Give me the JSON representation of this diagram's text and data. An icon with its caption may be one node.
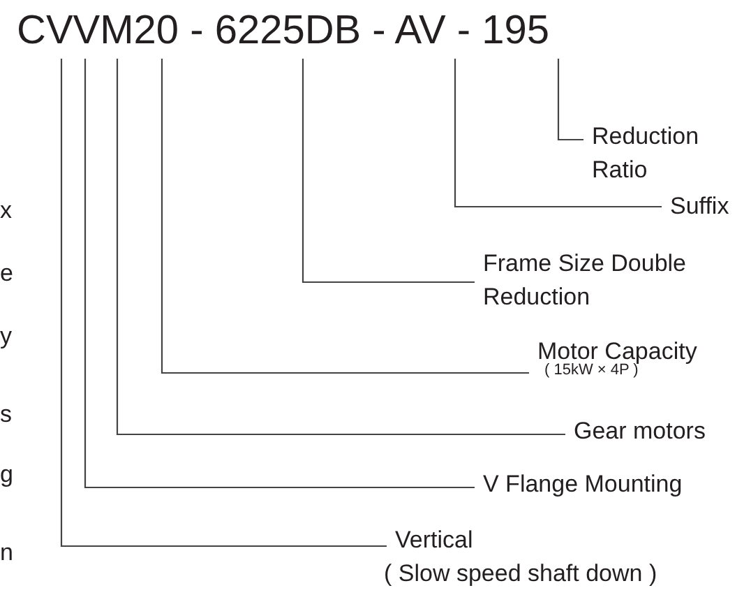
{
  "diagram": {
    "nodes": [
      {
        "text": [
          "Reduction Ratio"
        ]
      },
      {
        "text": [
          "Suffix"
        ]
      },
      {
        "text": [
          "Frame Size Double Reduction"
        ]
      },
      {
        "text": [
          "Motor Capacity",
          "( 15kW × 4P )"
        ]
      },
      {
        "text": [
          "Gear motors"
        ]
      },
      {
        "text": [
          "V Flange Mounting"
        ]
      },
      {
        "text": [
          "Vertical",
          "( Slow speed shaft down )"
        ]
      }
    ],
    "edges": [
      {
        "from": 0,
        "to": null,
        "arrow": "none"
      },
      {
        "from": 1,
        "to": null,
        "arrow": "none"
      },
      {
        "from": 2,
        "to": null,
        "arrow": "none"
      },
      {
        "from": 3,
        "to": null,
        "arrow": "none"
      },
      {
        "from": 4,
        "to": null,
        "arrow": "none"
      },
      {
        "from": 5,
        "to": null,
        "arrow": "none"
      },
      {
        "from": 6,
        "to": null,
        "arrow": "none"
      }
    ],
    "labels": [
      "CVVM20 - 6225DB - AV - 195",
      "x",
      "e",
      "y",
      "s",
      "g",
      "n"
    ]
  }
}
